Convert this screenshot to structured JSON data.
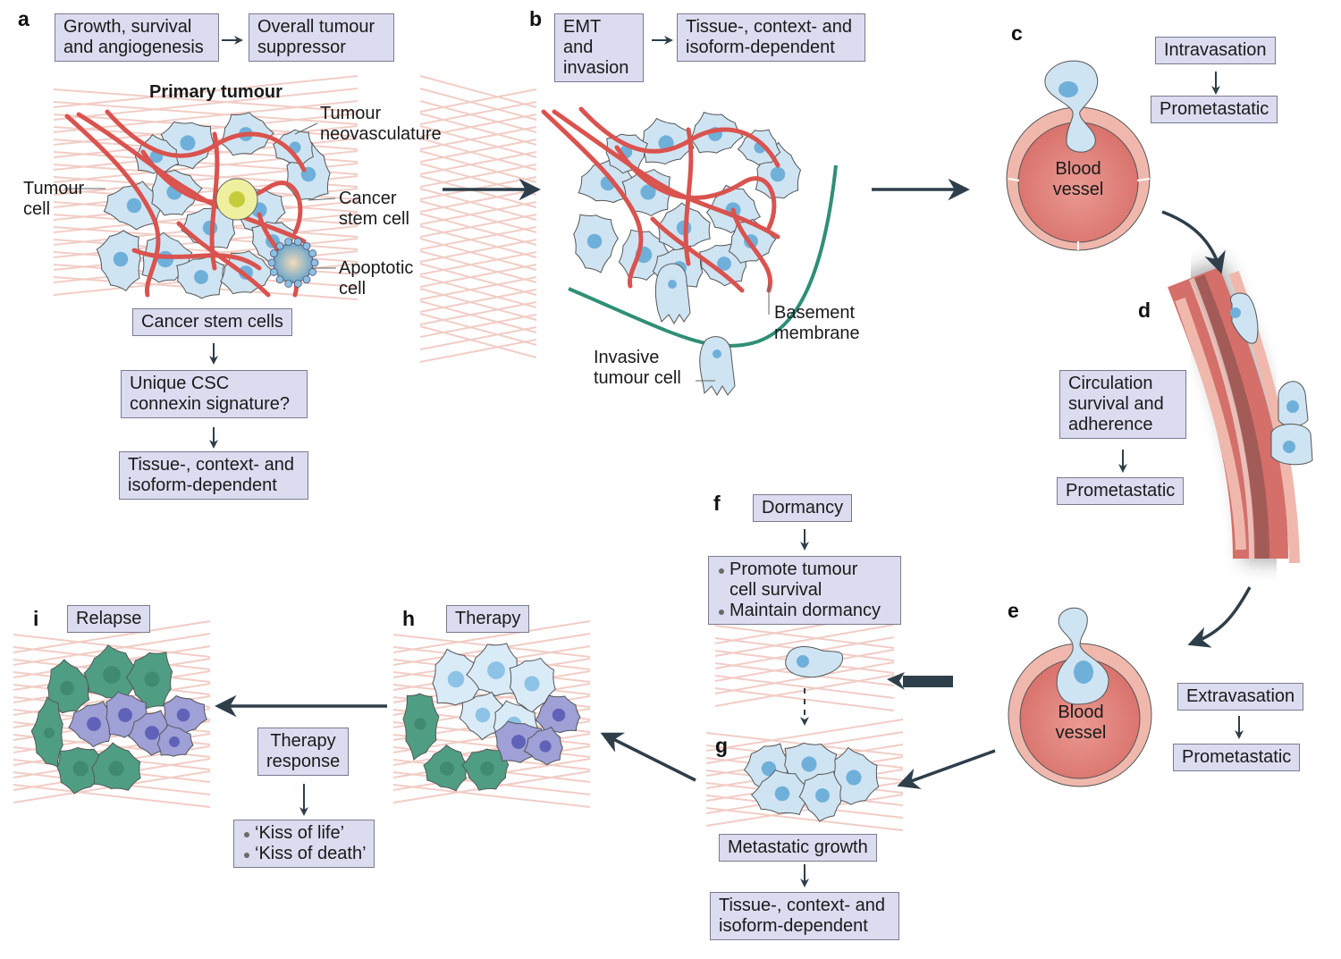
{
  "title": "Connexins across the metastatic cascade",
  "colors": {
    "box_fill": "#dcdcf0",
    "box_border": "#7a7a90",
    "arrow": "#2e3e4a",
    "tumour_cell": "#cfe4f2",
    "tumour_nucleus": "#6fb0da",
    "vessel": "#d9534f",
    "vessel_wall": "#f0b8ad",
    "vessel_lumen": "#e07f78",
    "stem_cell": "#eef0a0",
    "basement_membrane": "#2f8f76",
    "resistant_cell": "#4f9e84",
    "sensitive_cell": "#9ea0d6",
    "ecm_fibre": "#f0c8c0"
  },
  "panels": {
    "a": {
      "letter": "a",
      "flow": [
        "Growth, survival and angiogenesis",
        "Overall tumour suppressor"
      ],
      "title": "Primary tumour",
      "labels": {
        "neovasculature": [
          "Tumour",
          "neovasculature"
        ],
        "tumour_cell": [
          "Tumour",
          "cell"
        ],
        "cancer_stem_cell": [
          "Cancer",
          "stem cell"
        ],
        "apoptotic_cell": [
          "Apoptotic",
          "cell"
        ]
      },
      "csc_flow": [
        "Cancer stem cells",
        "Unique CSC connexin signature?",
        "Tissue-, context- and isoform-dependent"
      ]
    },
    "b": {
      "letter": "b",
      "flow": [
        "EMT and invasion",
        "Tissue-, context- and isoform-dependent"
      ],
      "labels": {
        "basement_membrane": [
          "Basement",
          "membrane"
        ],
        "invasive_cell": [
          "Invasive",
          "tumour cell"
        ]
      }
    },
    "c": {
      "letter": "c",
      "flow": [
        "Intravasation",
        "Prometastatic"
      ],
      "vessel_label": [
        "Blood",
        "vessel"
      ]
    },
    "d": {
      "letter": "d",
      "flow": [
        "Circulation survival and adherence",
        "Prometastatic"
      ]
    },
    "e": {
      "letter": "e",
      "flow": [
        "Extravasation",
        "Prometastatic"
      ],
      "vessel_label": [
        "Blood",
        "vessel"
      ]
    },
    "f": {
      "letter": "f",
      "title": "Dormancy",
      "bullets": [
        "Promote tumour cell survival",
        "Maintain dormancy"
      ]
    },
    "g": {
      "letter": "g",
      "flow": [
        "Metastatic growth",
        "Tissue-, context- and isoform-dependent"
      ]
    },
    "h": {
      "letter": "h",
      "title": "Therapy",
      "response_title": "Therapy response",
      "response_bullets": [
        "‘Kiss of life’",
        "‘Kiss of death’"
      ]
    },
    "i": {
      "letter": "i",
      "title": "Relapse"
    }
  }
}
